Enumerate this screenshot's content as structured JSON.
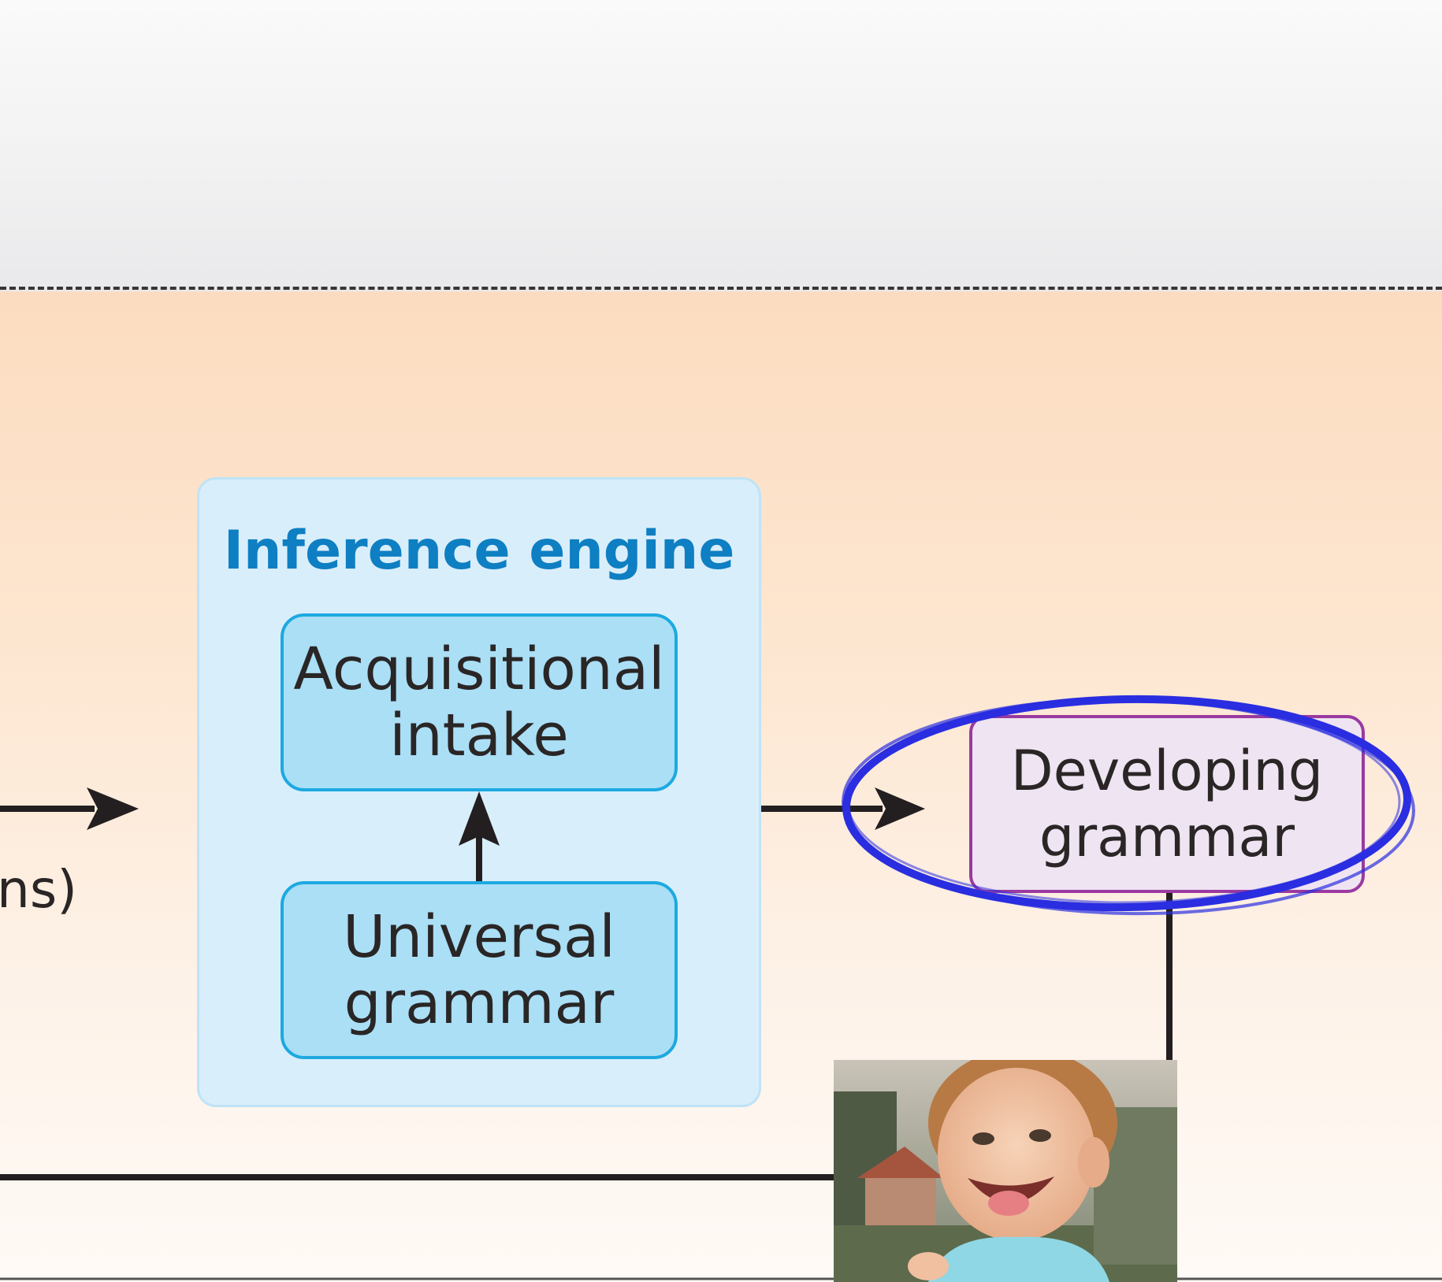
{
  "diagram": {
    "inference_engine": {
      "title": "Inference engine",
      "acquisitional_intake": {
        "line1": "Acquisitional",
        "line2": "intake"
      },
      "universal_grammar": {
        "line1": "Universal",
        "line2": "grammar"
      }
    },
    "developing_grammar": {
      "line1": "Developing",
      "line2": "grammar"
    },
    "left_partial_label": "ns)"
  },
  "colors": {
    "engine_title": "#0e7fc2",
    "inner_box_fill": "#aadff6",
    "inner_box_border": "#1da9e0",
    "developing_border": "#9a3aa0",
    "highlight_ellipse": "#2a2ee0"
  },
  "icons": {
    "highlight": "hand-drawn-ellipse",
    "photo": "child-photo"
  }
}
